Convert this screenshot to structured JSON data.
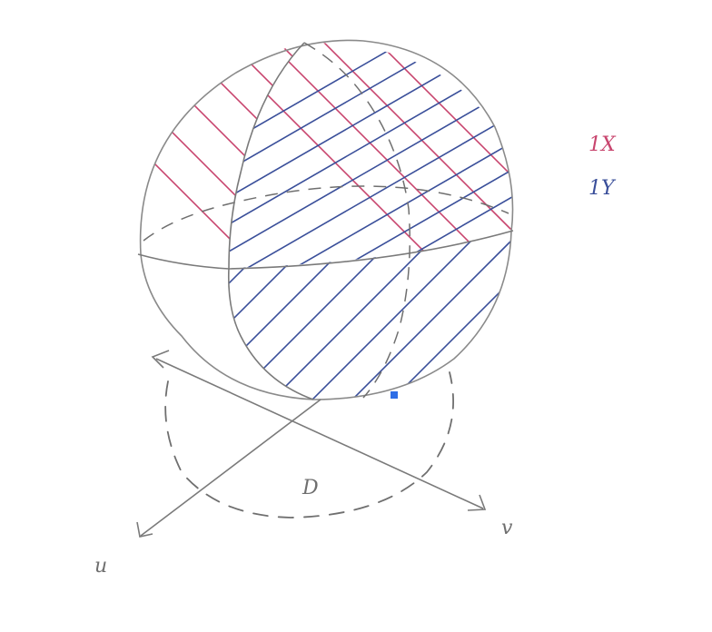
{
  "labels": {
    "region": "D",
    "axis_u": "u",
    "axis_v": "v"
  },
  "legend": [
    {
      "text": "1X",
      "color": "#c8456e"
    },
    {
      "text": "1Y",
      "color": "#3a4f9a"
    }
  ],
  "colors": {
    "pencil": "#8a8a8a",
    "pencil_dark": "#6f6f6f",
    "hatch_x": "#c8456e",
    "hatch_y": "#3a4f9a",
    "marker": "#2e6ee6"
  }
}
